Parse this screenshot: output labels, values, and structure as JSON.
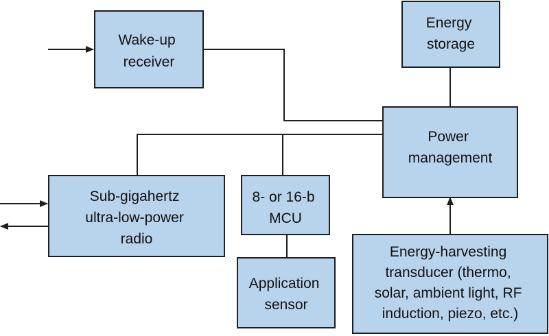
{
  "blocks": {
    "wake_up_receiver": {
      "lines": [
        "Wake-up",
        "receiver"
      ]
    },
    "energy_storage": {
      "lines": [
        "Energy",
        "storage"
      ]
    },
    "power_management": {
      "lines": [
        "Power",
        "management"
      ]
    },
    "radio": {
      "lines": [
        "Sub-gigahertz",
        "ultra-low-power",
        "radio"
      ]
    },
    "mcu": {
      "lines": [
        "8- or 16-b",
        "MCU"
      ]
    },
    "application_sensor": {
      "lines": [
        "Application",
        "sensor"
      ]
    },
    "energy_harvesting": {
      "lines": [
        "Energy-harvesting",
        "transducer (thermo,",
        "solar, ambient light, RF",
        "induction, piezo, etc.)"
      ]
    }
  },
  "colors": {
    "block_fill": "#b8d3ec",
    "line": "#1e1e1e",
    "text": "#111111"
  }
}
